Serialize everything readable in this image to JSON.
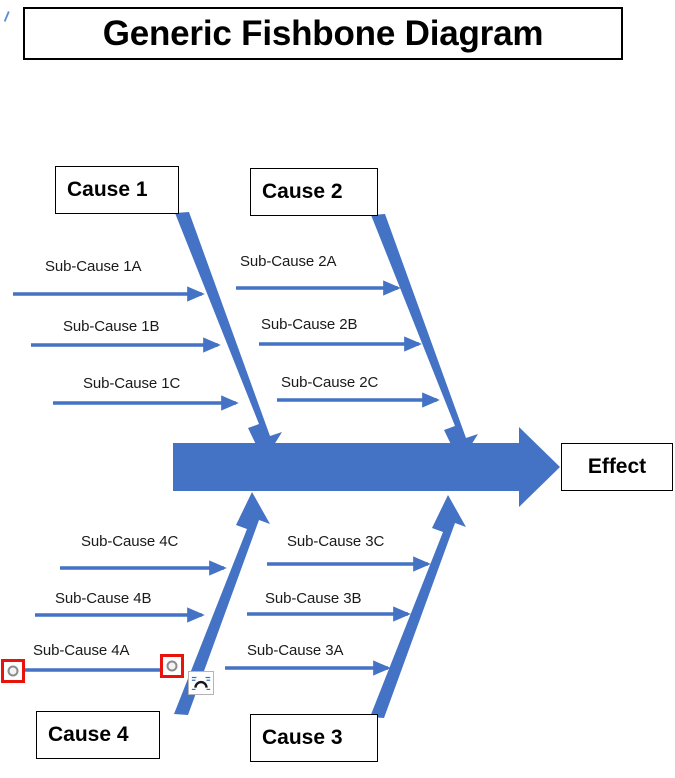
{
  "document": {
    "title": "Generic Fishbone Diagram"
  },
  "diagram": {
    "type": "fishbone",
    "effect": {
      "label": "Effect"
    },
    "causes": [
      {
        "id": "cause-1",
        "label": "Cause 1",
        "position": "top-left",
        "sub_causes": [
          {
            "id": "1A",
            "label": "Sub-Cause 1A"
          },
          {
            "id": "1B",
            "label": "Sub-Cause 1B"
          },
          {
            "id": "1C",
            "label": "Sub-Cause 1C"
          }
        ]
      },
      {
        "id": "cause-2",
        "label": "Cause 2",
        "position": "top-right",
        "sub_causes": [
          {
            "id": "2A",
            "label": "Sub-Cause 2A"
          },
          {
            "id": "2B",
            "label": "Sub-Cause 2B"
          },
          {
            "id": "2C",
            "label": "Sub-Cause 2C"
          }
        ]
      },
      {
        "id": "cause-3",
        "label": "Cause 3",
        "position": "bottom-right",
        "sub_causes": [
          {
            "id": "3C",
            "label": "Sub-Cause 3C"
          },
          {
            "id": "3B",
            "label": "Sub-Cause 3B"
          },
          {
            "id": "3A",
            "label": "Sub-Cause 3A"
          }
        ]
      },
      {
        "id": "cause-4",
        "label": "Cause 4",
        "position": "bottom-left",
        "sub_causes": [
          {
            "id": "4C",
            "label": "Sub-Cause 4C"
          },
          {
            "id": "4B",
            "label": "Sub-Cause 4B"
          },
          {
            "id": "4A",
            "label": "Sub-Cause 4A"
          }
        ]
      }
    ]
  },
  "selection": {
    "selected_shape": "Sub-Cause 4A arrow",
    "handle_highlight_color": "#E8130B",
    "smart_guide_icon": "arc-connector-icon"
  },
  "colors": {
    "accent_blue": "#4472C4",
    "arrow_blue": "#4472C4",
    "outline_black": "#000000",
    "selection_red": "#E8130B"
  }
}
